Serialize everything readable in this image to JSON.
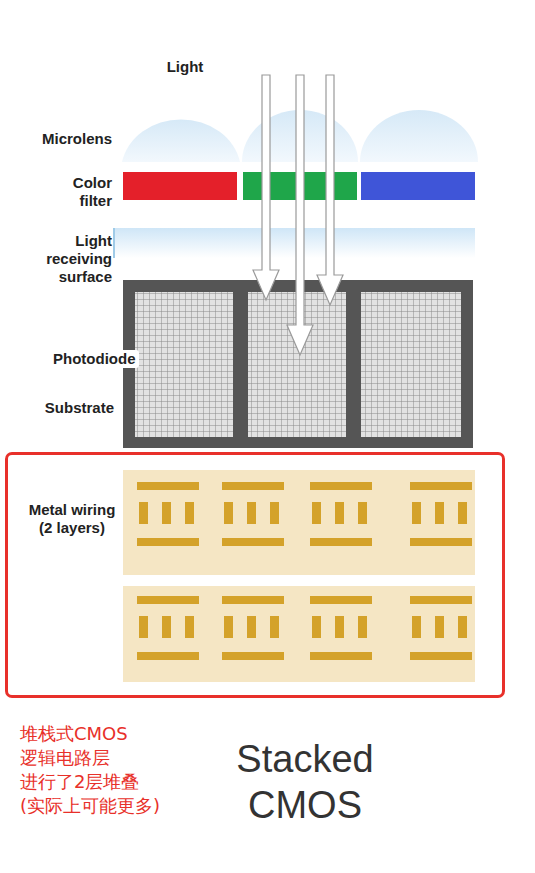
{
  "diagram": {
    "caption": "Stacked CMOS",
    "nodes": [
      {
        "text": [
          "Metal wiring (2 layers)"
        ]
      }
    ],
    "labels": [
      "Light",
      "Microlens",
      "Color filter",
      "Light receiving surface",
      "Photodiode",
      "Substrate",
      "堆栈式CMOS 逻辑电路层 进行了2层堆叠 (实际上可能更多)"
    ]
  }
}
